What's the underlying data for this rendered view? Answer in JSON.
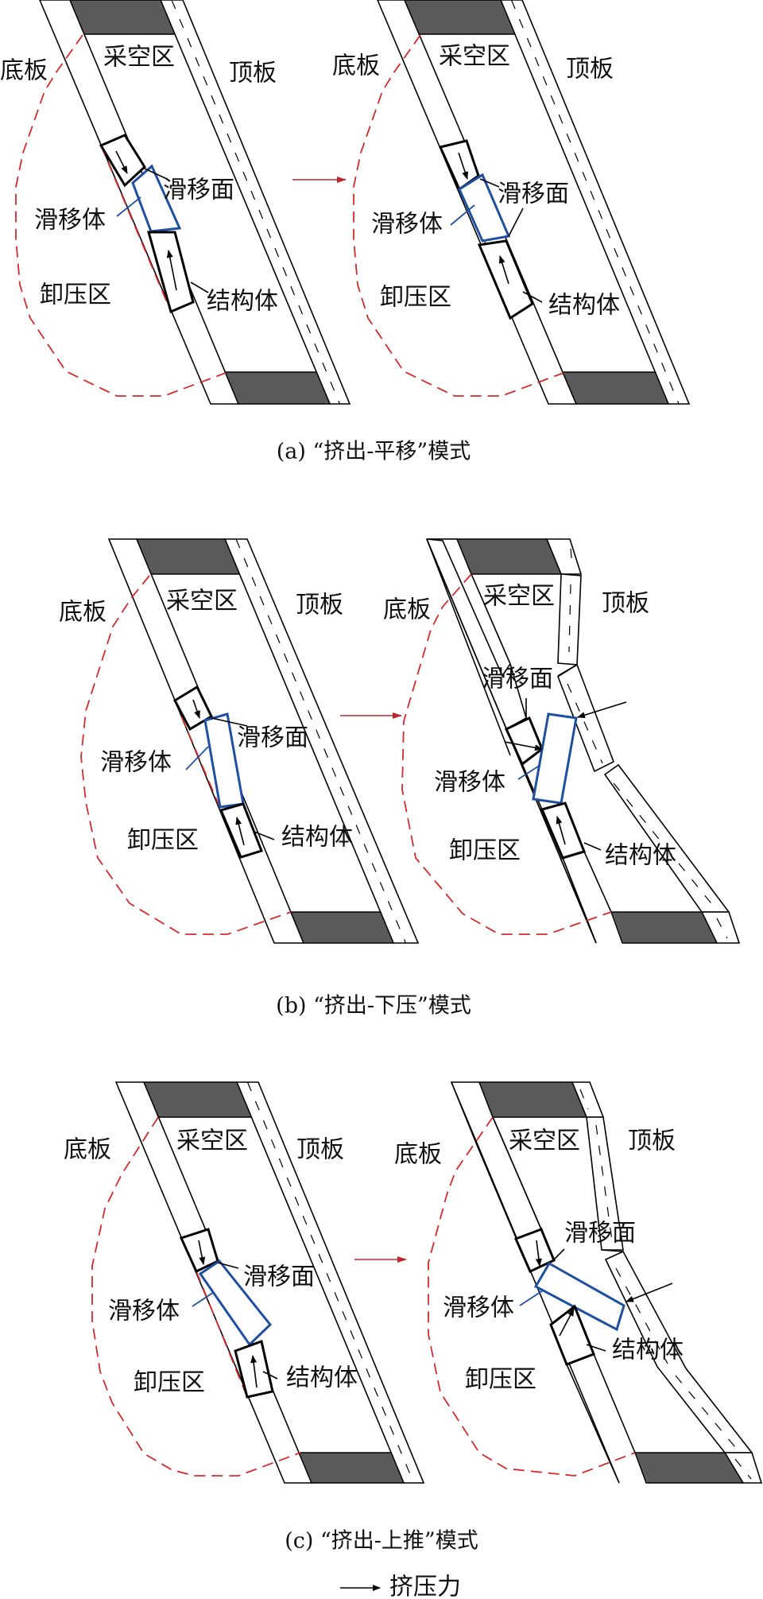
{
  "labels": {
    "floor": "底板",
    "goaf": "采空区",
    "roof": "顶板",
    "slip_surface": "滑移面",
    "slip_body": "滑移体",
    "relief_zone": "卸压区",
    "structure": "结构体"
  },
  "captions": [
    "(a) “挤出-平移”模式",
    "(b) “挤出-下压”模式",
    "(c) “挤出-上推”模式"
  ],
  "legend": {
    "text": "挤压力",
    "icon": "arrow-right-icon"
  },
  "colors": {
    "relief_boundary": "#d42a2a",
    "slip_body": "#1f4fa0",
    "coal": "#5a5a5a",
    "transition_arrow": "#c0282d"
  }
}
